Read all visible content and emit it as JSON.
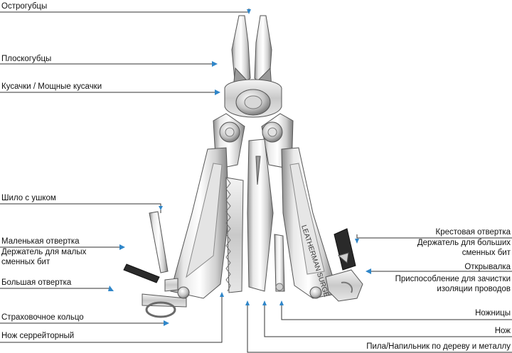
{
  "labels": {
    "ostrogubtsy": "Острогубцы",
    "ploskogubtsy": "Плоскогубцы",
    "kusachki": "Кусачки / Мощные кусачки",
    "shilo": "Шило с ушком",
    "mal_otvertka": "Маленькая отвертка",
    "derzhatel_malyh_1": "Держатель для малых",
    "derzhatel_malyh_2": "сменных бит",
    "bolshaya_otvertka": "Большая отвертка",
    "kolco": "Страховочное кольцо",
    "nozh_serr": "Нож серрейторный",
    "krest_otvertka": "Крестовая отвертка",
    "derzhatel_bolshih_1": "Держатель для больших",
    "derzhatel_bolshih_2": "сменных бит",
    "otkryvalka": "Открывалка",
    "prisposob_1": "Приспособление для зачистки",
    "prisposob_2": "изоляции проводов",
    "nozhnicy": "Ножницы",
    "nozh": "Нож",
    "pila": "Пила/Напильник по дереву и металлу"
  },
  "colors": {
    "leader": "#333333",
    "arrow": "#2f86c9"
  }
}
